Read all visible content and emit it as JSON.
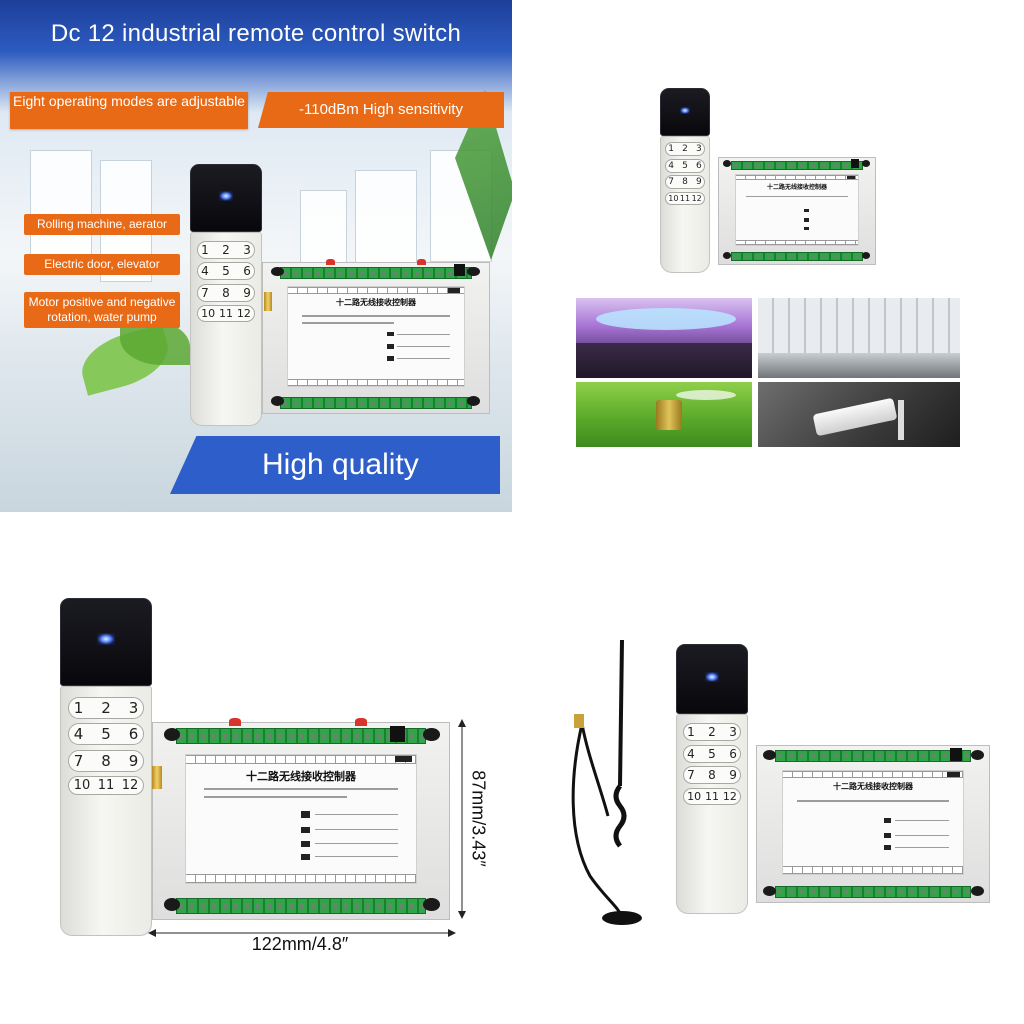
{
  "promo": {
    "headline": "Dc 12 industrial remote control switch",
    "banner_left": "Eight operating modes are adjustable",
    "banner_right": "-110dBm High sensitivity",
    "features": [
      "Rolling machine, aerator",
      "Electric door, elevator",
      "Motor positive and negative rotation, water pump"
    ],
    "quality_label": "High quality",
    "colors": {
      "blue": "#2e5ec9",
      "orange": "#e86a17",
      "green_terminal": "#2fa548"
    }
  },
  "remote": {
    "key_rows": [
      [
        "1",
        "2",
        "3"
      ],
      [
        "4",
        "5",
        "6"
      ],
      [
        "7",
        "8",
        "9"
      ],
      [
        "10",
        "11",
        "12"
      ]
    ]
  },
  "board": {
    "title": "十二路无线接收控制器"
  },
  "dimensions": {
    "height_label": "87mm/3.43″",
    "width_label": "122mm/4.8″"
  },
  "photos": [
    "illuminated ceiling room",
    "sunlit window blinds",
    "lawn sprinkler",
    "security camera"
  ]
}
